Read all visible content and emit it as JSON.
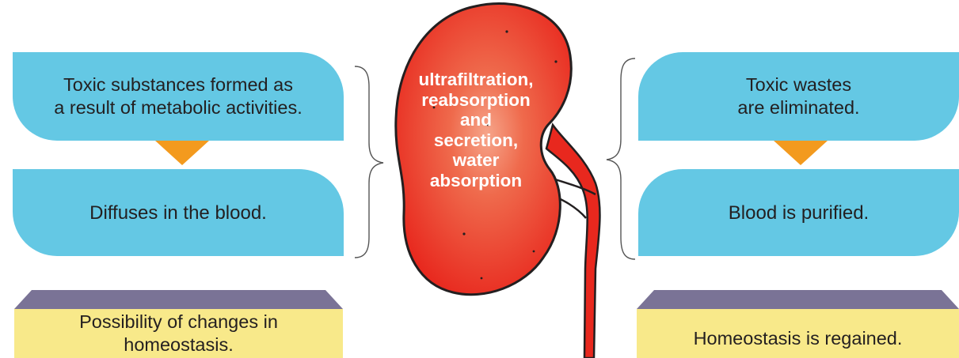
{
  "left": {
    "box1": "Toxic substances formed as\na result of metabolic activities.",
    "box2": "Diffuses in the blood.",
    "bottom": "Possibility of changes in\nhomeostasis."
  },
  "center": {
    "kidney_lines": [
      "ultrafiltration,",
      "reabsorption",
      "and",
      "secretion,",
      "water",
      "absorption"
    ]
  },
  "right": {
    "box1": "Toxic wastes\nare eliminated.",
    "box2": "Blood is purified.",
    "bottom": "Homeostasis is regained."
  },
  "colors": {
    "box_fill": "#64c8e4",
    "arrow": "#f39a1e",
    "kidney": "#e8281e",
    "yellow_box": "#f8e98a",
    "yellow_box_top": "#7a7396"
  }
}
